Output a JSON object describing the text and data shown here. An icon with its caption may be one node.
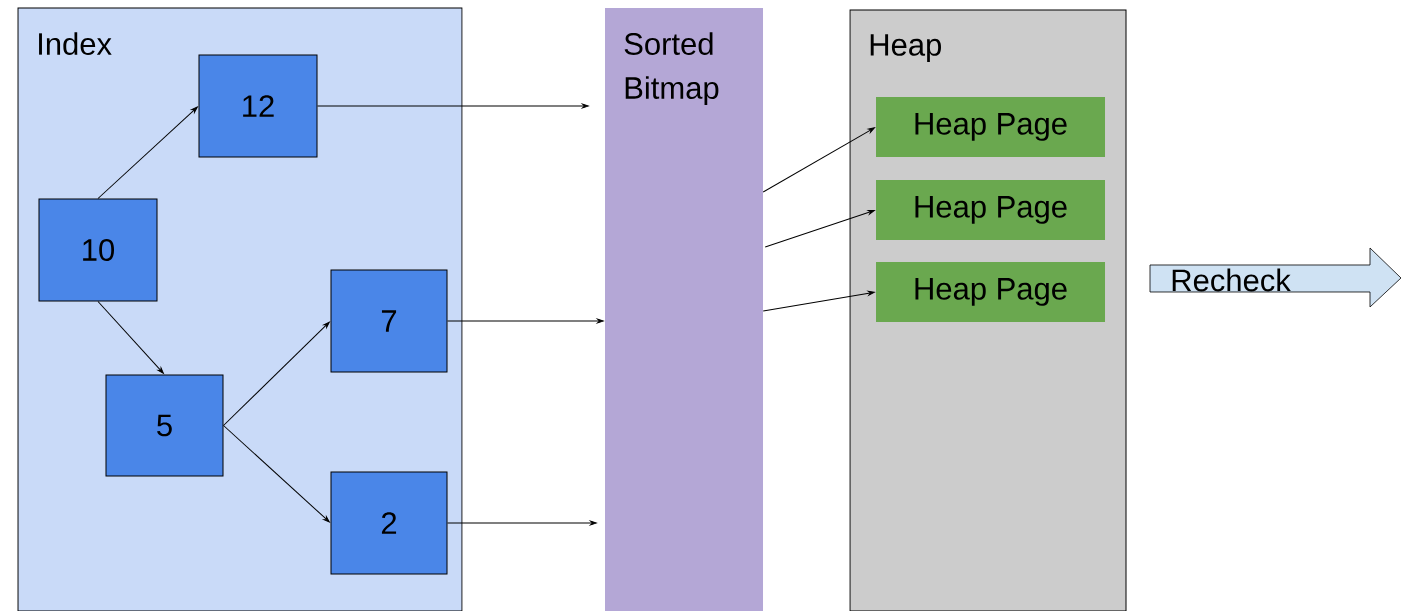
{
  "diagram": {
    "nodes": [
      {
        "text": [
          "Index"
        ]
      },
      {
        "text": [
          "12"
        ],
        "in": 0
      },
      {
        "text": [
          "10"
        ],
        "in": 0
      },
      {
        "text": [
          "7"
        ],
        "in": 0
      },
      {
        "text": [
          "5"
        ],
        "in": 0
      },
      {
        "text": [
          "2"
        ],
        "in": 0
      },
      {
        "text": [
          "Sorted Bitmap"
        ]
      },
      {
        "text": [
          "Heap"
        ]
      },
      {
        "text": [
          "Heap Page"
        ],
        "in": 7
      },
      {
        "text": [
          "Heap Page"
        ],
        "in": 7
      },
      {
        "text": [
          "Heap Page"
        ],
        "in": 7
      },
      {
        "text": [
          "Recheck"
        ]
      }
    ],
    "edges": [
      {
        "from": 2,
        "to": 1,
        "arrow": "to"
      },
      {
        "from": 2,
        "to": 4,
        "arrow": "to"
      },
      {
        "from": 4,
        "to": 3,
        "arrow": "to"
      },
      {
        "from": 4,
        "to": 5,
        "arrow": "to"
      },
      {
        "from": 1,
        "to": 6,
        "arrow": "to"
      },
      {
        "from": 3,
        "to": 6,
        "arrow": "to"
      },
      {
        "from": 5,
        "to": 6,
        "arrow": "to"
      },
      {
        "from": 6,
        "to": 8,
        "arrow": "to"
      },
      {
        "from": 6,
        "to": 9,
        "arrow": "to"
      },
      {
        "from": 6,
        "to": 10,
        "arrow": "to"
      }
    ]
  }
}
